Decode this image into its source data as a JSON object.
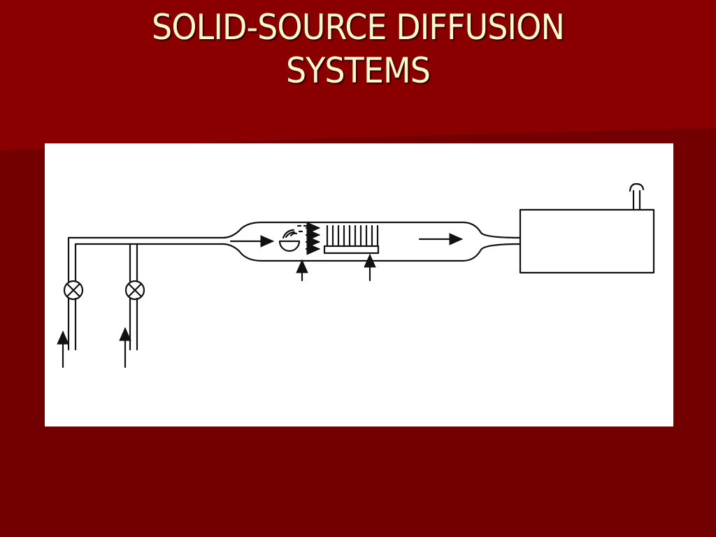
{
  "slide": {
    "title_line1": "SOLID-SOURCE DIFFUSION",
    "title_line2": "SYSTEMS"
  },
  "colors": {
    "background": "#730000",
    "background_upper": "#8a0000",
    "title_text": "#fff8c8",
    "figure_background": "#ffffff",
    "figure_ink": "#111111"
  },
  "figure": {
    "description_icons": [
      "gas-valve-icon",
      "gas-valve-icon",
      "diffusion-tube",
      "solid-source-crucible",
      "wafer-boat",
      "exhaust-box"
    ]
  }
}
